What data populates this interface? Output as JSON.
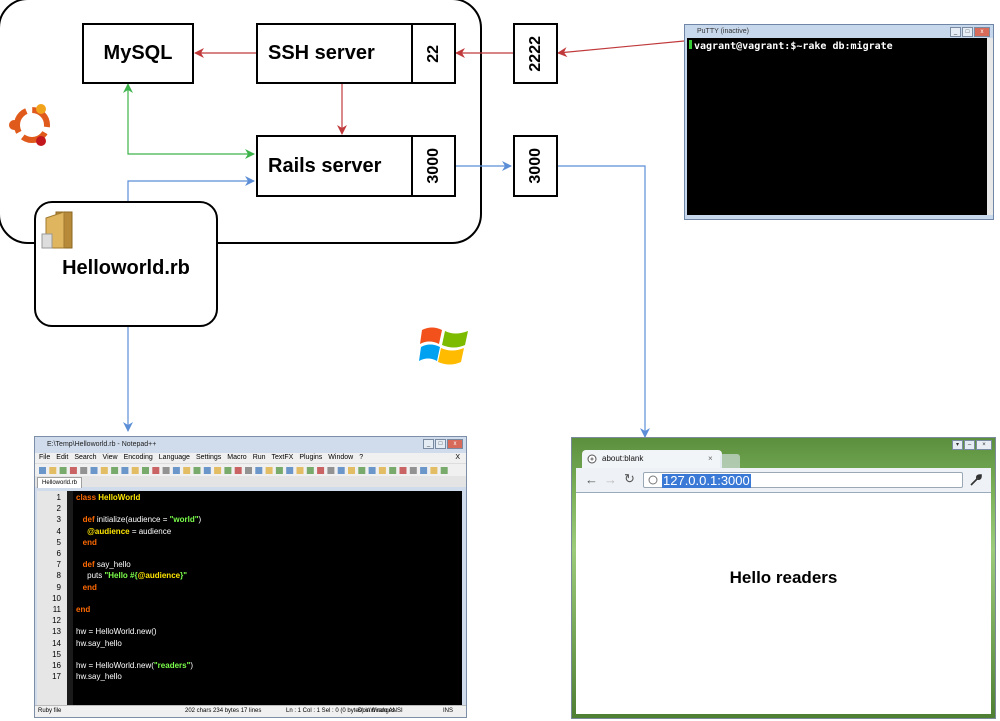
{
  "vm": {
    "mysql": "MySQL",
    "ssh_server": "SSH server",
    "ssh_port": "22",
    "rails_server": "Rails server",
    "rails_port": "3000"
  },
  "host_ports": {
    "ssh": "2222",
    "rails": "3000"
  },
  "shared_file": {
    "label": "Helloworld.rb"
  },
  "colors": {
    "ssh_arrow": "#c0393b",
    "db_arrow": "#3cb34a",
    "http_arrow": "#5b8ed6"
  },
  "icons": [
    "ubuntu-logo-icon",
    "folder-icon",
    "windows-logo-icon"
  ],
  "putty": {
    "title": "PuTTY (inactive)",
    "command": "vagrant@vagrant:$~rake db:migrate"
  },
  "notepad": {
    "title": "E:\\Temp\\Helloworld.rb - Notepad++",
    "menu": [
      "File",
      "Edit",
      "Search",
      "View",
      "Encoding",
      "Language",
      "Settings",
      "Macro",
      "Run",
      "TextFX",
      "Plugins",
      "Window",
      "?"
    ],
    "menu_close": "X",
    "tab": "Helloworld.rb",
    "lines": [
      {
        "n": "1",
        "segs": [
          {
            "t": "class ",
            "c": "#ff6a00"
          },
          {
            "t": "HelloWorld",
            "c": "#ffe600"
          }
        ]
      },
      {
        "n": "2",
        "segs": []
      },
      {
        "n": "3",
        "segs": [
          {
            "t": "   def ",
            "c": "#ff6a00"
          },
          {
            "t": "initialize",
            "c": "#ffffff"
          },
          {
            "t": "(audience = ",
            "c": "#ffffff"
          },
          {
            "t": "\"world\"",
            "c": "#7cff4c"
          },
          {
            "t": ")",
            "c": "#ffffff"
          }
        ]
      },
      {
        "n": "4",
        "segs": [
          {
            "t": "     @audience",
            "c": "#ffe600"
          },
          {
            "t": " = audience",
            "c": "#ffffff"
          }
        ]
      },
      {
        "n": "5",
        "segs": [
          {
            "t": "   end",
            "c": "#ff6a00"
          }
        ]
      },
      {
        "n": "6",
        "segs": []
      },
      {
        "n": "7",
        "segs": [
          {
            "t": "   def ",
            "c": "#ff6a00"
          },
          {
            "t": "say_hello",
            "c": "#ffffff"
          }
        ]
      },
      {
        "n": "8",
        "segs": [
          {
            "t": "     puts ",
            "c": "#ffffff"
          },
          {
            "t": "\"Hello #{",
            "c": "#7cff4c"
          },
          {
            "t": "@audience",
            "c": "#ffe600"
          },
          {
            "t": "}\"",
            "c": "#7cff4c"
          }
        ]
      },
      {
        "n": "9",
        "segs": [
          {
            "t": "   end",
            "c": "#ff6a00"
          }
        ]
      },
      {
        "n": "10",
        "segs": []
      },
      {
        "n": "11",
        "segs": [
          {
            "t": "end",
            "c": "#ff6a00"
          }
        ]
      },
      {
        "n": "12",
        "segs": []
      },
      {
        "n": "13",
        "segs": [
          {
            "t": "hw = HelloWorld.new()",
            "c": "#ffffff"
          }
        ]
      },
      {
        "n": "14",
        "segs": [
          {
            "t": "hw.say_hello",
            "c": "#ffffff"
          }
        ]
      },
      {
        "n": "15",
        "segs": []
      },
      {
        "n": "16",
        "segs": [
          {
            "t": "hw = HelloWorld.new(",
            "c": "#ffffff"
          },
          {
            "t": "\"readers\"",
            "c": "#7cff4c"
          },
          {
            "t": ")",
            "c": "#ffffff"
          }
        ]
      },
      {
        "n": "17",
        "segs": [
          {
            "t": "hw.say_hello",
            "c": "#ffffff"
          }
        ]
      }
    ],
    "status": {
      "type": "Ruby file",
      "stats": "202 chars   234 bytes   17 lines",
      "pos": "Ln : 1    Col : 1    Sel : 0 (0 bytes) in 0 ranges",
      "eol": "Dos\\Windo ANSI",
      "mode": "INS"
    }
  },
  "browser": {
    "tab_title": "about:blank",
    "tab_close": "×",
    "url": "127.0.0.1:3000",
    "page_text": "Hello readers"
  }
}
